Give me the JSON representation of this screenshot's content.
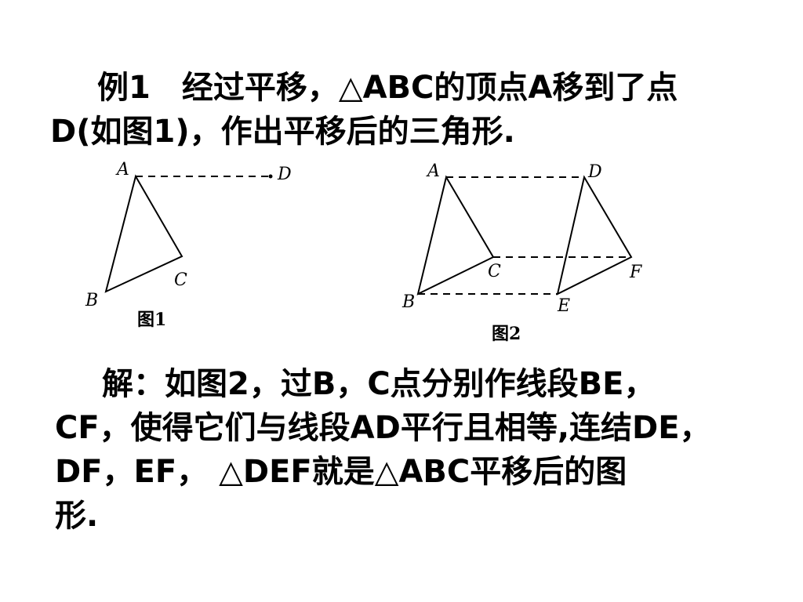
{
  "problem": {
    "line1": "例1　经过平移，△ABC的顶点A移到了点",
    "line2": "D(如图1)，作出平移后的三角形."
  },
  "figure1": {
    "labels": {
      "A": "A",
      "B": "B",
      "C": "C",
      "D": "D"
    },
    "caption": "图1"
  },
  "figure2": {
    "labels": {
      "A": "A",
      "B": "B",
      "C": "C",
      "D": "D",
      "E": "E",
      "F": "F"
    },
    "caption": "图2"
  },
  "solution": {
    "line1": "解：如图2，过B，C点分别作线段BE，",
    "line2": "CF，使得它们与线段AD平行且相等,连结DE，",
    "line3": "DF，EF， △DEF就是△ABC平移后的图",
    "line4": "形."
  }
}
